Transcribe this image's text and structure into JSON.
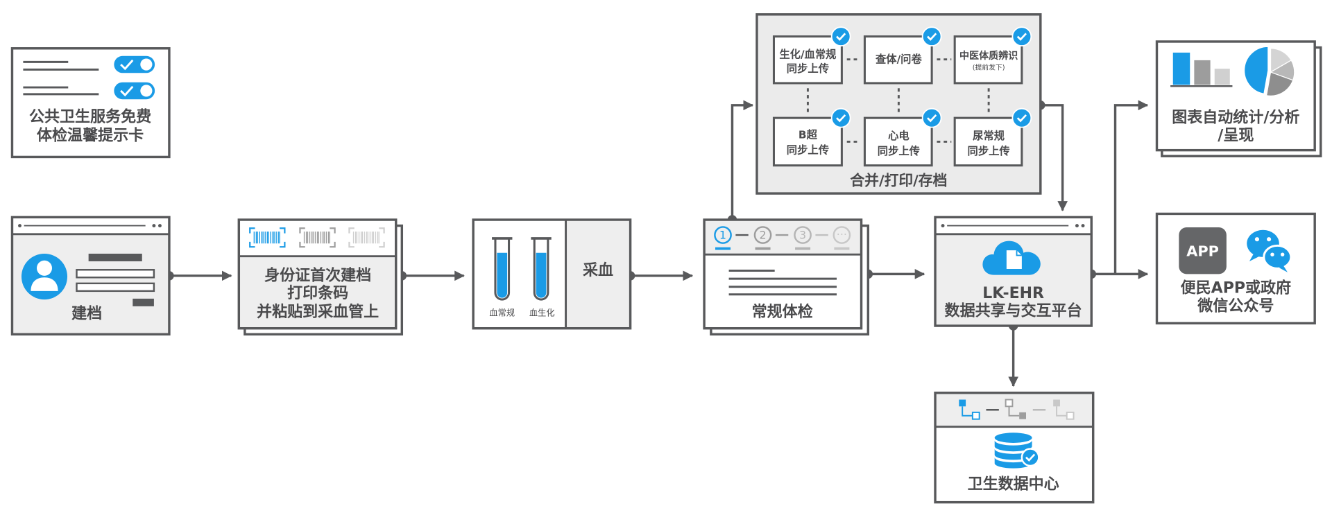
{
  "colors": {
    "accent": "#1a9be6",
    "stroke": "#58595b",
    "panel": "#eeeeee",
    "gray": "#9d9d9d",
    "light_gray": "#cfcfcf",
    "text": "#4a4a4c"
  },
  "tips_card": {
    "icons": [
      "text-lines-icon",
      "toggle-check-icon"
    ],
    "lines": [
      "公共卫生服务免费",
      "体检温馨提示卡"
    ]
  },
  "register_card": {
    "icons": [
      "window-bar-icon",
      "user-avatar-icon",
      "form-fields-icon"
    ],
    "label": "建档"
  },
  "barcode_card": {
    "icons": [
      "barcode-scan-icon"
    ],
    "lines": [
      "身份证首次建档",
      "打印条码",
      "并粘贴到采血管上"
    ]
  },
  "blood_card": {
    "icons": [
      "test-tube-icon"
    ],
    "tubes": [
      "血常规",
      "血生化"
    ],
    "label": "采血"
  },
  "exam_card": {
    "steps": [
      "1",
      "2",
      "3",
      "···"
    ],
    "label": "常规体检"
  },
  "archive_group": {
    "item_icon": "check-badge-icon",
    "items": [
      {
        "line1": "生化/血常规",
        "line2": "同步上传"
      },
      {
        "line1": "查体/问卷"
      },
      {
        "line1": "中医体质辨识",
        "note": "(提前发下)"
      },
      {
        "line1": "B超",
        "line2": "同步上传"
      },
      {
        "line1": "心电",
        "line2": "同步上传"
      },
      {
        "line1": "尿常规",
        "line2": "同步上传"
      }
    ],
    "label": "合并/打印/存档"
  },
  "platform_card": {
    "icon": "cloud-document-icon",
    "title": "LK-EHR",
    "subtitle": "数据共享与交互平台"
  },
  "stats_card": {
    "icons": [
      "bar-chart-icon",
      "pie-chart-icon"
    ],
    "lines": [
      "图表自动统计/分析",
      "/呈现"
    ]
  },
  "app_card": {
    "icons": [
      "app-icon",
      "wechat-icon"
    ],
    "app_icon_text": "APP",
    "lines": [
      "便民APP或政府",
      "微信公众号"
    ]
  },
  "data_center_card": {
    "icons": [
      "node-tree-icon",
      "database-check-icon"
    ],
    "label": "卫生数据中心"
  }
}
